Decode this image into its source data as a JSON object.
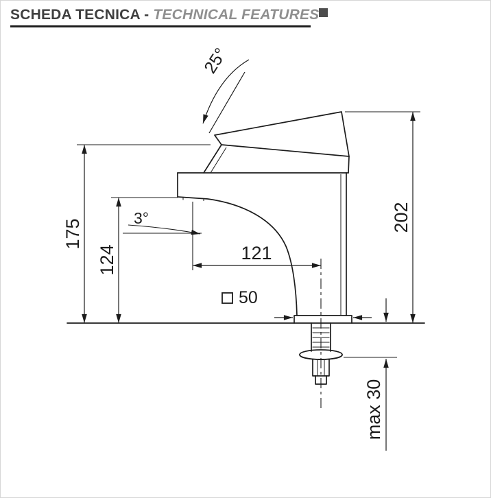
{
  "header": {
    "title_primary": "SCHEDA TECNICA -",
    "title_secondary": "TECHNICAL FEATURES"
  },
  "drawing": {
    "labels": {
      "lever_angle": "25°",
      "spout_angle": "3°",
      "body_height": "175",
      "spout_height": "124",
      "total_height": "202",
      "spout_reach": "121",
      "base_width": "50",
      "max_counter_thickness": "max 30"
    },
    "colors": {
      "line": "#1c1c1c",
      "title_primary": "#3f3f3f",
      "title_secondary": "#8f8f8f"
    }
  }
}
